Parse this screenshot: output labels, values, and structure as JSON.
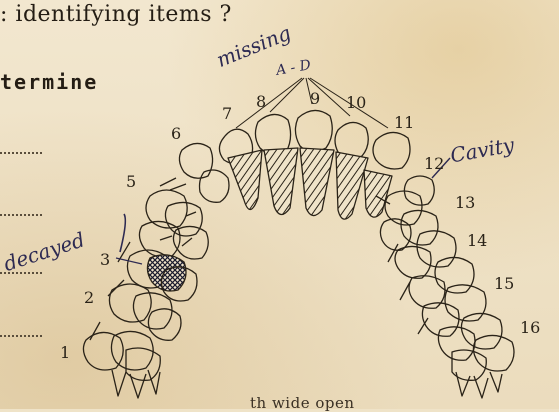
{
  "document": {
    "question_line": "identifying items ?",
    "heading_fragment": "termine",
    "bottom_fragment": "th wide open"
  },
  "tooth_numbers": [
    "1",
    "2",
    "3",
    "5",
    "6",
    "7",
    "8",
    "9",
    "10",
    "11",
    "12",
    "13",
    "14",
    "15",
    "16"
  ],
  "annotations": {
    "missing": "missing",
    "missing_range": "A - D",
    "cavity": "Cavity",
    "decayed": "decayed"
  }
}
